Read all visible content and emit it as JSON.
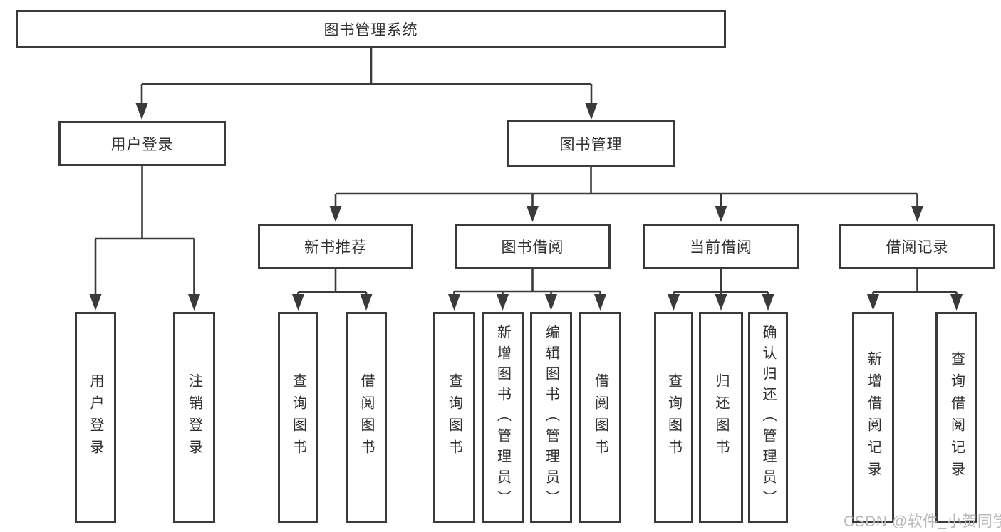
{
  "tree": {
    "root": {
      "label": "图书管理系统"
    },
    "branches": [
      {
        "label": "用户登录",
        "children": [
          {
            "label": "用户登录"
          },
          {
            "label": "注销登录"
          }
        ]
      },
      {
        "label": "图书管理",
        "children": [
          {
            "label": "新书推荐",
            "children": [
              {
                "label": "查询图书"
              },
              {
                "label": "借阅图书"
              }
            ]
          },
          {
            "label": "图书借阅",
            "children": [
              {
                "label": "查询图书"
              },
              {
                "label": "新增图书（管理员）"
              },
              {
                "label": "编辑图书（管理员）"
              },
              {
                "label": "借阅图书"
              }
            ]
          },
          {
            "label": "当前借阅",
            "children": [
              {
                "label": "查询图书"
              },
              {
                "label": "归还图书"
              },
              {
                "label": "确认归还（管理员）"
              }
            ]
          },
          {
            "label": "借阅记录",
            "children": [
              {
                "label": "新增借阅记录"
              },
              {
                "label": "查询借阅记录"
              }
            ]
          }
        ]
      }
    ]
  },
  "watermark": {
    "text": "CSDN @软件_小贺同学"
  },
  "colors": {
    "line": "#3a3a3a",
    "box_border": "#3a3a3a",
    "box_fill": "#ffffff",
    "text": "#303030",
    "watermark": "#b9b9b9",
    "background": "#ffffff"
  }
}
